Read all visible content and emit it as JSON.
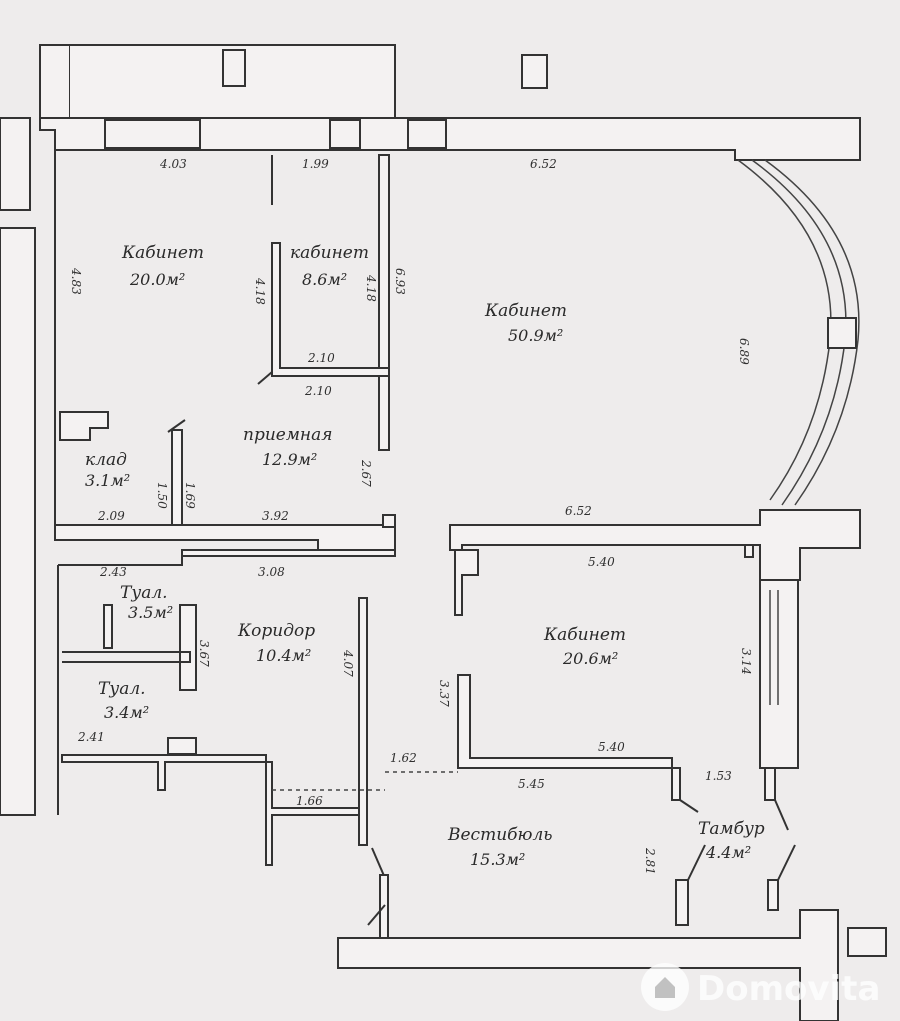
{
  "rooms": [
    {
      "id": "cabinet-20-0",
      "name": "Кабинет",
      "area": "20.0м²"
    },
    {
      "id": "cabinet-8-6",
      "name": "кабинет",
      "area": "8.6м²"
    },
    {
      "id": "cabinet-50-9",
      "name": "Кабинет",
      "area": "50.9м²"
    },
    {
      "id": "reception",
      "name": "приемная",
      "area": "12.9м²"
    },
    {
      "id": "storage",
      "name": "клад",
      "area": "3.1м²"
    },
    {
      "id": "wc-1",
      "name": "Туал.",
      "area": "3.5м²"
    },
    {
      "id": "corridor",
      "name": "Коридор",
      "area": "10.4м²"
    },
    {
      "id": "wc-2",
      "name": "Туал.",
      "area": "3.4м²"
    },
    {
      "id": "cabinet-20-6",
      "name": "Кабинет",
      "area": "20.6м²"
    },
    {
      "id": "vestibule",
      "name": "Вестибюль",
      "area": "15.3м²"
    },
    {
      "id": "tambour",
      "name": "Тамбур",
      "area": "4.4м²"
    }
  ],
  "dimensions": [
    "4.03",
    "1.99",
    "6.52",
    "4.83",
    "4.18",
    "4.18",
    "6.93",
    "2.10",
    "2.10",
    "6.89",
    "2.67",
    "1.50",
    "1.69",
    "2.09",
    "3.92",
    "6.52",
    "2.43",
    "3.08",
    "5.40",
    "3.67",
    "4.07",
    "3.14",
    "3.37",
    "2.41",
    "5.40",
    "1.62",
    "5.45",
    "1.53",
    "1.66",
    "2.81"
  ],
  "watermark": {
    "brand": "Domovita"
  }
}
